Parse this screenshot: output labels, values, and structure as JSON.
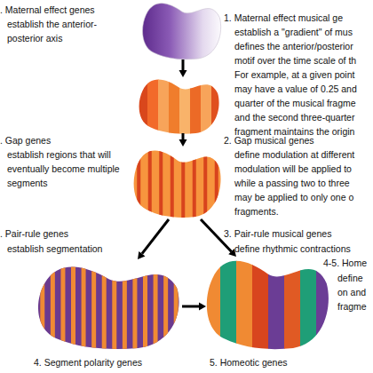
{
  "diagram": {
    "labels": [
      ". Maternal effect genes",
      "establish the anterior- posterior axis",
      "1. Maternal effect musical ge",
      "establish a \"gradient\" of mus defines the anterior/posterior motif over the time scale of th For example, at a given point may have a value of 0.25 and quarter of the musical fragme and the second three-quarter fragment maintains the origin",
      ". Gap genes",
      "establish regions that will eventually become multiple segments",
      "2. Gap musical genes",
      "define modulation at different modulation will be applied to while a passing two to three may be applied to only one o fragments.",
      ". Pair-rule genes",
      "establish segmentation",
      "3. Pair-rule musical genes",
      "define rhythmic contractions",
      "4-5. Home",
      "define on and fragme",
      "4. Segment polarity genes",
      "5. Homeotic genes"
    ]
  }
}
